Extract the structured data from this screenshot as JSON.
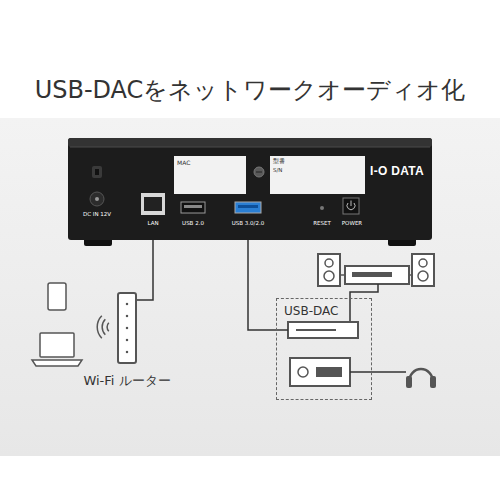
{
  "diagram": {
    "title": "USB-DACをネットワークオーディオ化",
    "nodes": [
      {
        "text": [
          "I-O DATA"
        ]
      },
      {
        "text": [
          "Wi-Fi ルーター"
        ]
      },
      {
        "text": [
          "USB-DAC"
        ]
      }
    ],
    "edges": [
      {
        "from": 0,
        "to": 1,
        "arrow": "none"
      },
      {
        "from": 0,
        "to": 2,
        "arrow": "none"
      }
    ],
    "labels": [
      "MAC",
      "型番",
      "S/N",
      "DC IN 12V",
      "LAN",
      "USB 2.0",
      "USB 3.0/2.0",
      "RESET",
      "POWER"
    ]
  }
}
